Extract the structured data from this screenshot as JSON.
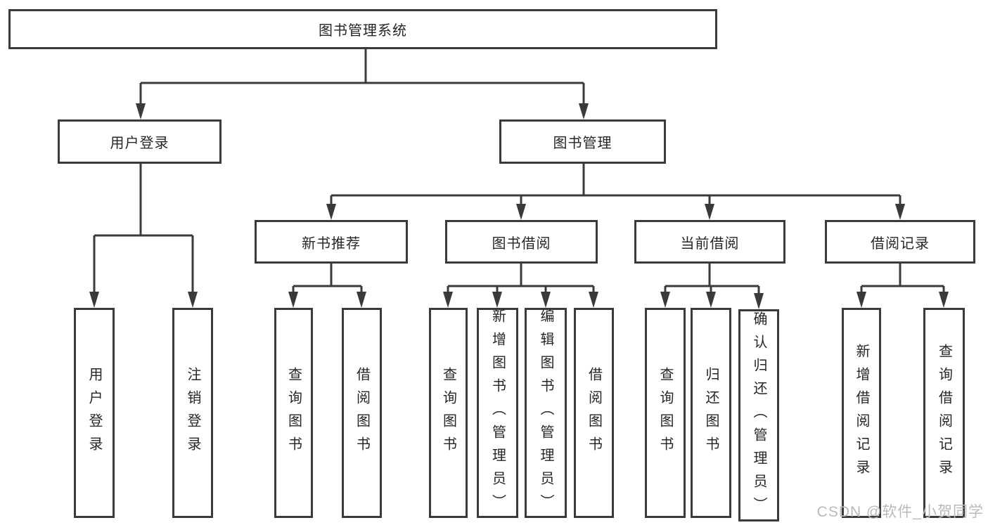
{
  "nodes": {
    "system": {
      "label": "图书管理系统"
    },
    "user_login": {
      "label": "用户登录"
    },
    "book_management": {
      "label": "图书管理"
    },
    "new_book_recommend": {
      "label": "新书推荐"
    },
    "book_borrowing": {
      "label": "图书借阅"
    },
    "current_borrowing": {
      "label": "当前借阅"
    },
    "borrowing_records": {
      "label": "借阅记录"
    },
    "leaf_user_login": {
      "label": "用户登录"
    },
    "leaf_logout": {
      "label": "注销登录"
    },
    "leaf_query_book_recommend": {
      "label": "查询图书"
    },
    "leaf_borrow_book_recommend": {
      "label": "借阅图书"
    },
    "leaf_query_book_borrowing": {
      "label": "查询图书"
    },
    "leaf_add_book_admin": {
      "label": "新增图书（管理员）"
    },
    "leaf_edit_book_admin": {
      "label": "编辑图书（管理员）"
    },
    "leaf_borrow_book_borrowing": {
      "label": "借阅图书"
    },
    "leaf_query_book_current": {
      "label": "查询图书"
    },
    "leaf_return_book": {
      "label": "归还图书"
    },
    "leaf_confirm_return_admin": {
      "label": "确认归还（管理员）"
    },
    "leaf_add_borrow_record": {
      "label": "新增借阅记录"
    },
    "leaf_query_borrow_record": {
      "label": "查询借阅记录"
    }
  },
  "watermark": {
    "text": "CSDN @软件_小贺同学"
  },
  "colors": {
    "line": "#3a3a3a",
    "box_border": "#3a3a3a",
    "text": "#262626",
    "background": "#ffffff",
    "watermark": "#b9b9b9"
  }
}
